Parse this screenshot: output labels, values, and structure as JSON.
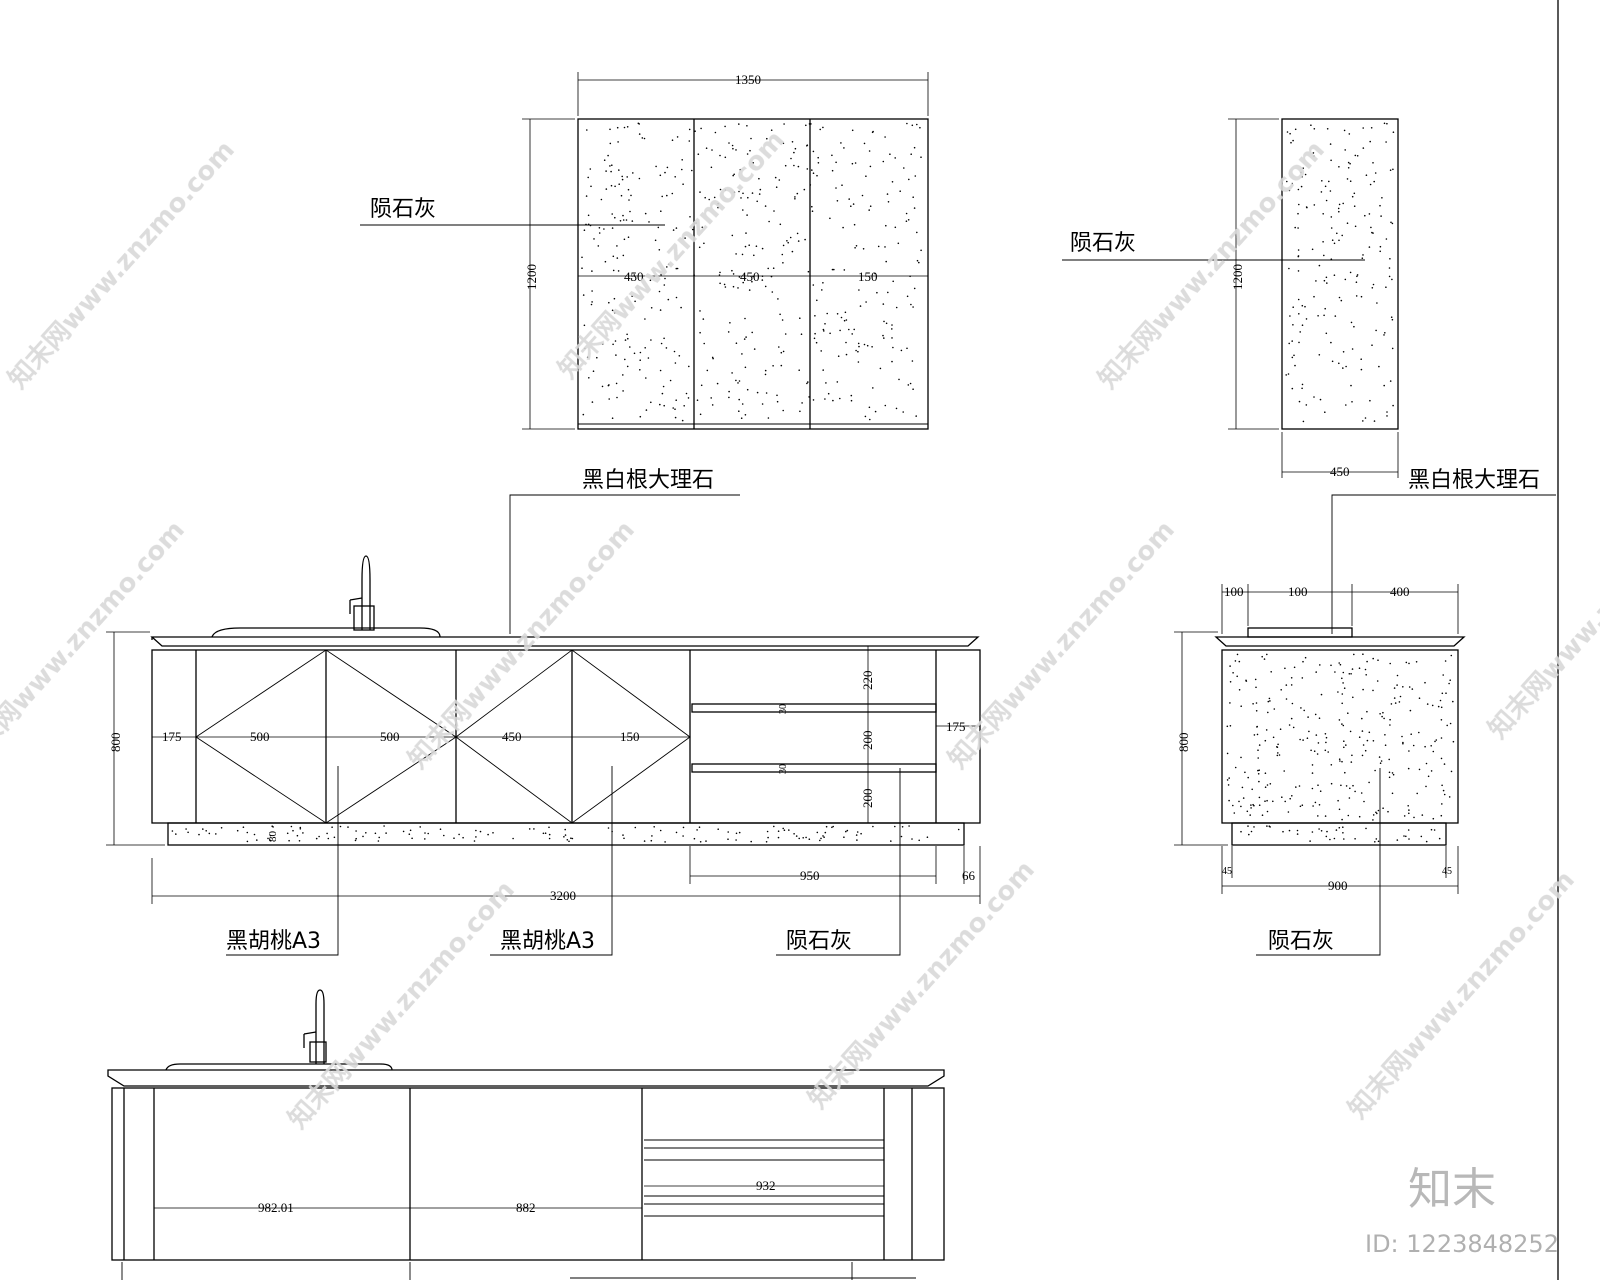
{
  "labels": {
    "meteor_grey": "陨石灰",
    "black_white_marble": "黑白根大理石",
    "black_walnut_a3": "黑胡桃A3"
  },
  "dims": {
    "d1350": "1350",
    "d1200": "1200",
    "d450": "450",
    "d150": "150",
    "d800": "800",
    "d175": "175",
    "d500": "500",
    "d220": "220",
    "d200": "200",
    "d30": "30",
    "d80": "80",
    "d3200": "3200",
    "d950": "950",
    "d66": "66",
    "d100": "100",
    "d400": "400",
    "d45": "45",
    "d900": "900",
    "d982": "982.01",
    "d882": "882",
    "d932": "932"
  },
  "watermark": {
    "text": "知末网www.znzmo.com",
    "logo": "知末",
    "id": "ID: 1223848252"
  }
}
